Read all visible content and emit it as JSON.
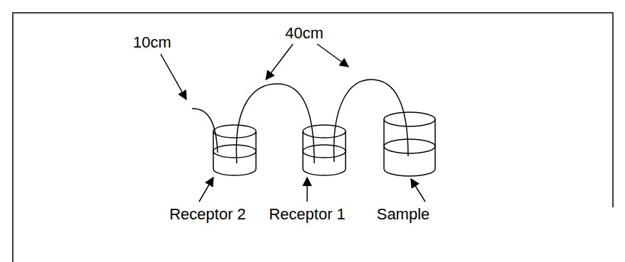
{
  "diagram": {
    "labels": [
      "10cm",
      "40cm",
      "Receptor 2",
      "Receptor 1",
      "Sample"
    ]
  }
}
